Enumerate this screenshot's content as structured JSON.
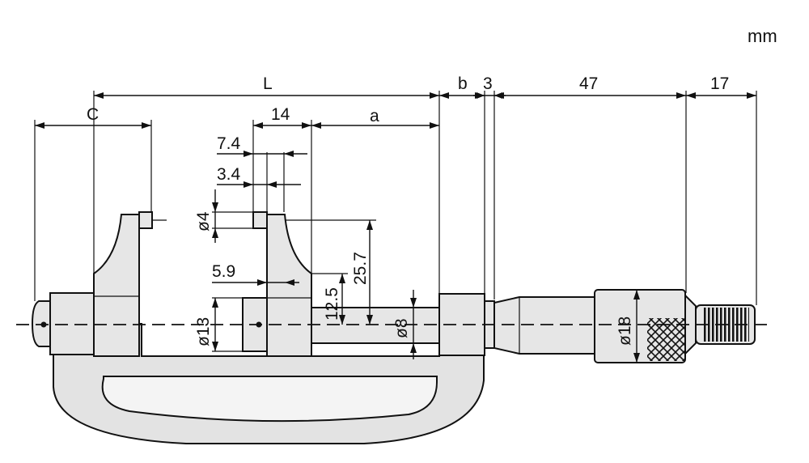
{
  "diagram": {
    "unit": "mm",
    "labels": {
      "L": "L",
      "C": "C",
      "a": "a",
      "b": "b",
      "d14": "14",
      "d3": "3",
      "d47": "47",
      "d17": "17",
      "d7_4": "7.4",
      "d3_4": "3.4",
      "phi4": "ø4",
      "d25_7": "25.7",
      "d5_9": "5.9",
      "d12_5": "12.5",
      "phi13": "ø13",
      "phi8": "ø8",
      "phi18": "ø18"
    }
  }
}
